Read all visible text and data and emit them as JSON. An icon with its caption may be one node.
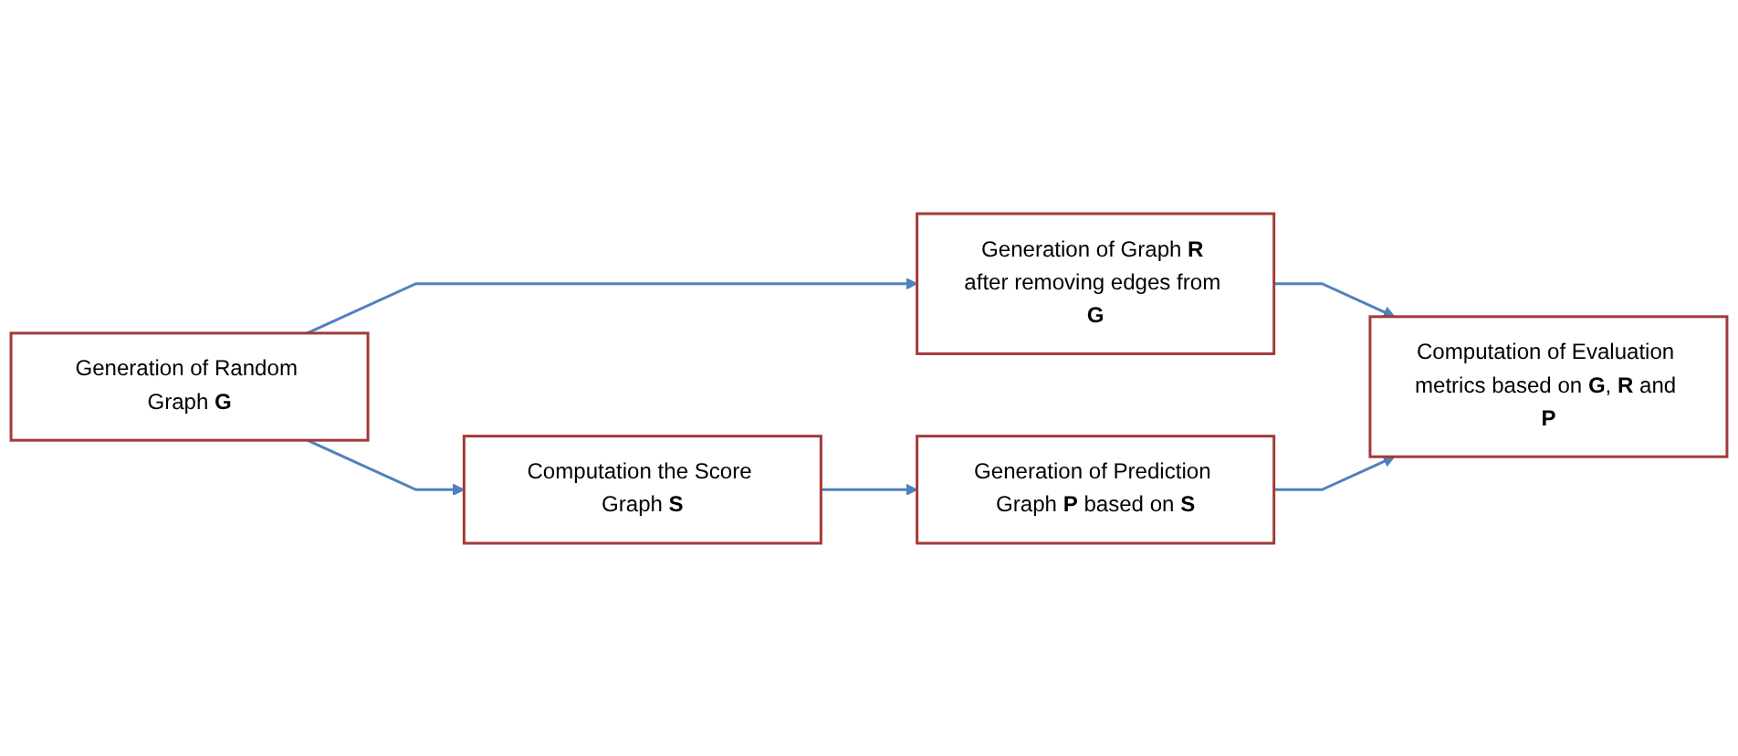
{
  "diagram": {
    "nodes": [
      {
        "text": [
          "Generation of Random Graph **G**"
        ]
      },
      {
        "text": [
          "Generation of Graph **R** after removing edges from **G**"
        ]
      },
      {
        "text": [
          "Computation of Evaluation metrics based on **G**, **R** and **P**"
        ]
      },
      {
        "text": [
          "Computation the Score Graph **S**"
        ]
      },
      {
        "text": [
          "Generation of Prediction Graph **P** based on **S**"
        ]
      }
    ],
    "edges": [
      {
        "from": 0,
        "to": 1,
        "arrow": "to"
      },
      {
        "from": 1,
        "to": 2,
        "arrow": "to"
      },
      {
        "from": 0,
        "to": 3,
        "arrow": "to"
      },
      {
        "from": 3,
        "to": 4,
        "arrow": "to"
      },
      {
        "from": 4,
        "to": 2,
        "arrow": "to"
      }
    ]
  }
}
